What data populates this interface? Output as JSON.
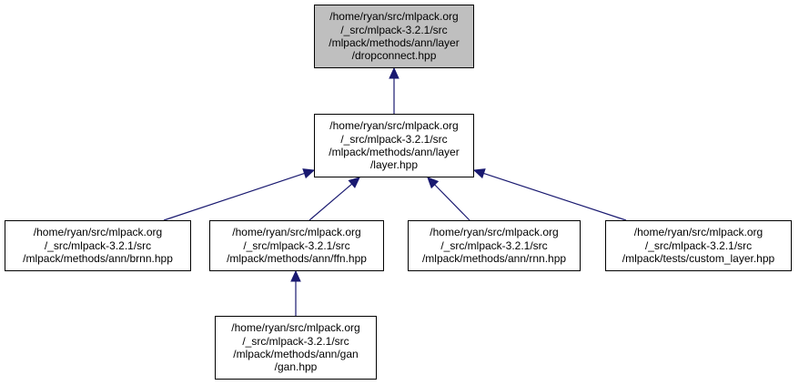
{
  "colors": {
    "edge": "#191970",
    "node_border": "#000000",
    "root_fill": "#bfbfbf",
    "node_fill": "#ffffff"
  },
  "nodes": [
    {
      "id": "dropconnect",
      "lines": [
        "/home/ryan/src/mlpack.org",
        "/_src/mlpack-3.2.1/src",
        "/mlpack/methods/ann/layer",
        "/dropconnect.hpp"
      ],
      "highlighted": true
    },
    {
      "id": "layer",
      "lines": [
        "/home/ryan/src/mlpack.org",
        "/_src/mlpack-3.2.1/src",
        "/mlpack/methods/ann/layer",
        "/layer.hpp"
      ],
      "highlighted": false
    },
    {
      "id": "brnn",
      "lines": [
        "/home/ryan/src/mlpack.org",
        "/_src/mlpack-3.2.1/src",
        "/mlpack/methods/ann/brnn.hpp"
      ],
      "highlighted": false
    },
    {
      "id": "ffn",
      "lines": [
        "/home/ryan/src/mlpack.org",
        "/_src/mlpack-3.2.1/src",
        "/mlpack/methods/ann/ffn.hpp"
      ],
      "highlighted": false
    },
    {
      "id": "rnn",
      "lines": [
        "/home/ryan/src/mlpack.org",
        "/_src/mlpack-3.2.1/src",
        "/mlpack/methods/ann/rnn.hpp"
      ],
      "highlighted": false
    },
    {
      "id": "custom_layer",
      "lines": [
        "/home/ryan/src/mlpack.org",
        "/_src/mlpack-3.2.1/src",
        "/mlpack/tests/custom_layer.hpp"
      ],
      "highlighted": false
    },
    {
      "id": "gan",
      "lines": [
        "/home/ryan/src/mlpack.org",
        "/_src/mlpack-3.2.1/src",
        "/mlpack/methods/ann/gan",
        "/gan.hpp"
      ],
      "highlighted": false
    }
  ],
  "edges": [
    {
      "from": "layer",
      "to": "dropconnect"
    },
    {
      "from": "brnn",
      "to": "layer"
    },
    {
      "from": "ffn",
      "to": "layer"
    },
    {
      "from": "rnn",
      "to": "layer"
    },
    {
      "from": "custom_layer",
      "to": "layer"
    },
    {
      "from": "gan",
      "to": "ffn"
    }
  ]
}
